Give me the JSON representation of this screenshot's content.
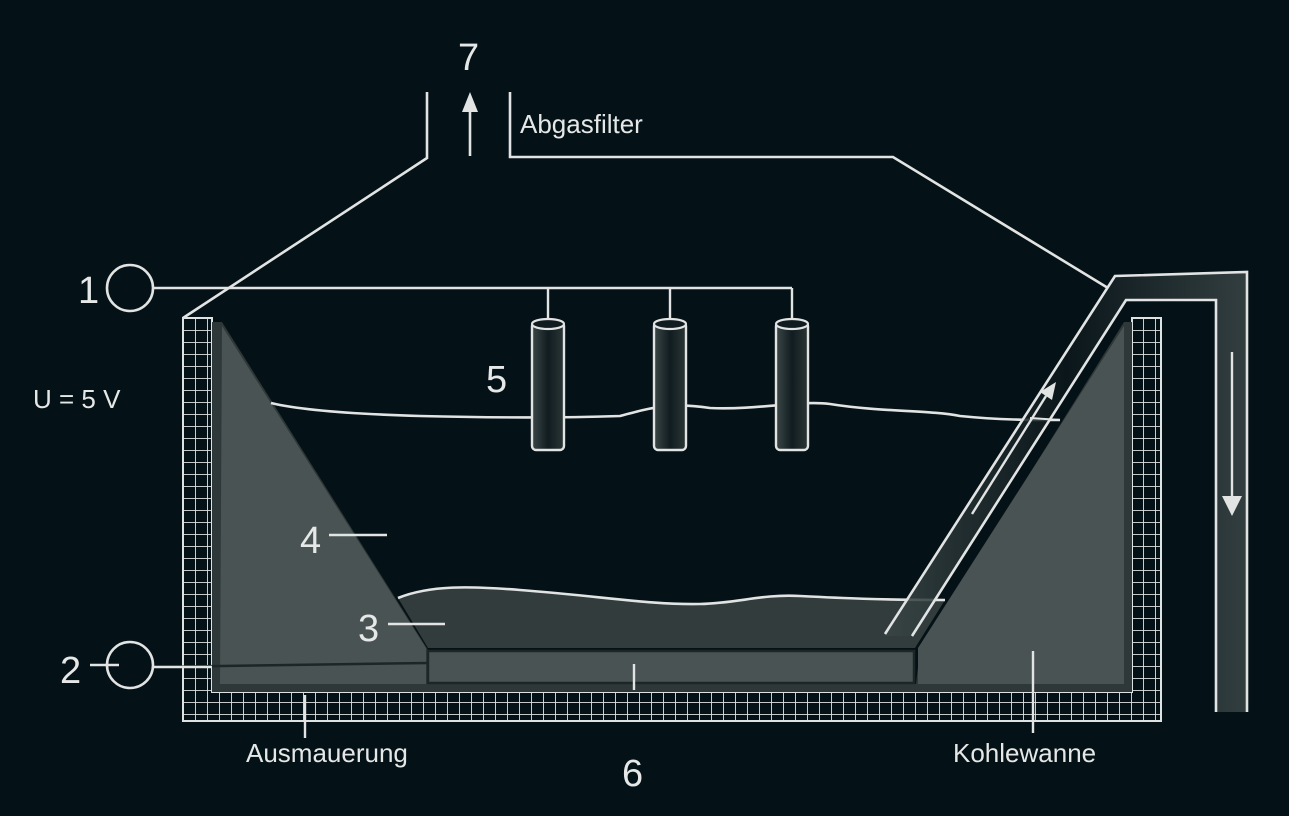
{
  "diagram": {
    "title": "",
    "background_color": "#041116",
    "line_color": "#e2e4e4",
    "fill_colors": {
      "lining": "#4a5353",
      "lining_dark": "#2f3838",
      "metal_layer": "#323c3c",
      "cathode_bar": "#4a5353"
    },
    "labels": {
      "n1": "1",
      "n2": "2",
      "n3": "3",
      "n4": "4",
      "n5": "5",
      "n6": "6",
      "n7": "7",
      "voltage": "U = 5 V",
      "exhaust_filter": "Abgasfilter",
      "brick_lining": "Ausmauerung",
      "carbon_tub": "Kohlewanne"
    },
    "components": [
      {
        "id": "1",
        "description": "anode terminal (+)"
      },
      {
        "id": "2",
        "description": "cathode terminal (-)"
      },
      {
        "id": "3",
        "description": "molten metal layer"
      },
      {
        "id": "4",
        "description": "electrolyte / melt"
      },
      {
        "id": "5",
        "description": "carbon anodes (3)"
      },
      {
        "id": "6",
        "description": "cathode bar"
      },
      {
        "id": "7",
        "description": "exhaust gas outlet"
      }
    ]
  }
}
